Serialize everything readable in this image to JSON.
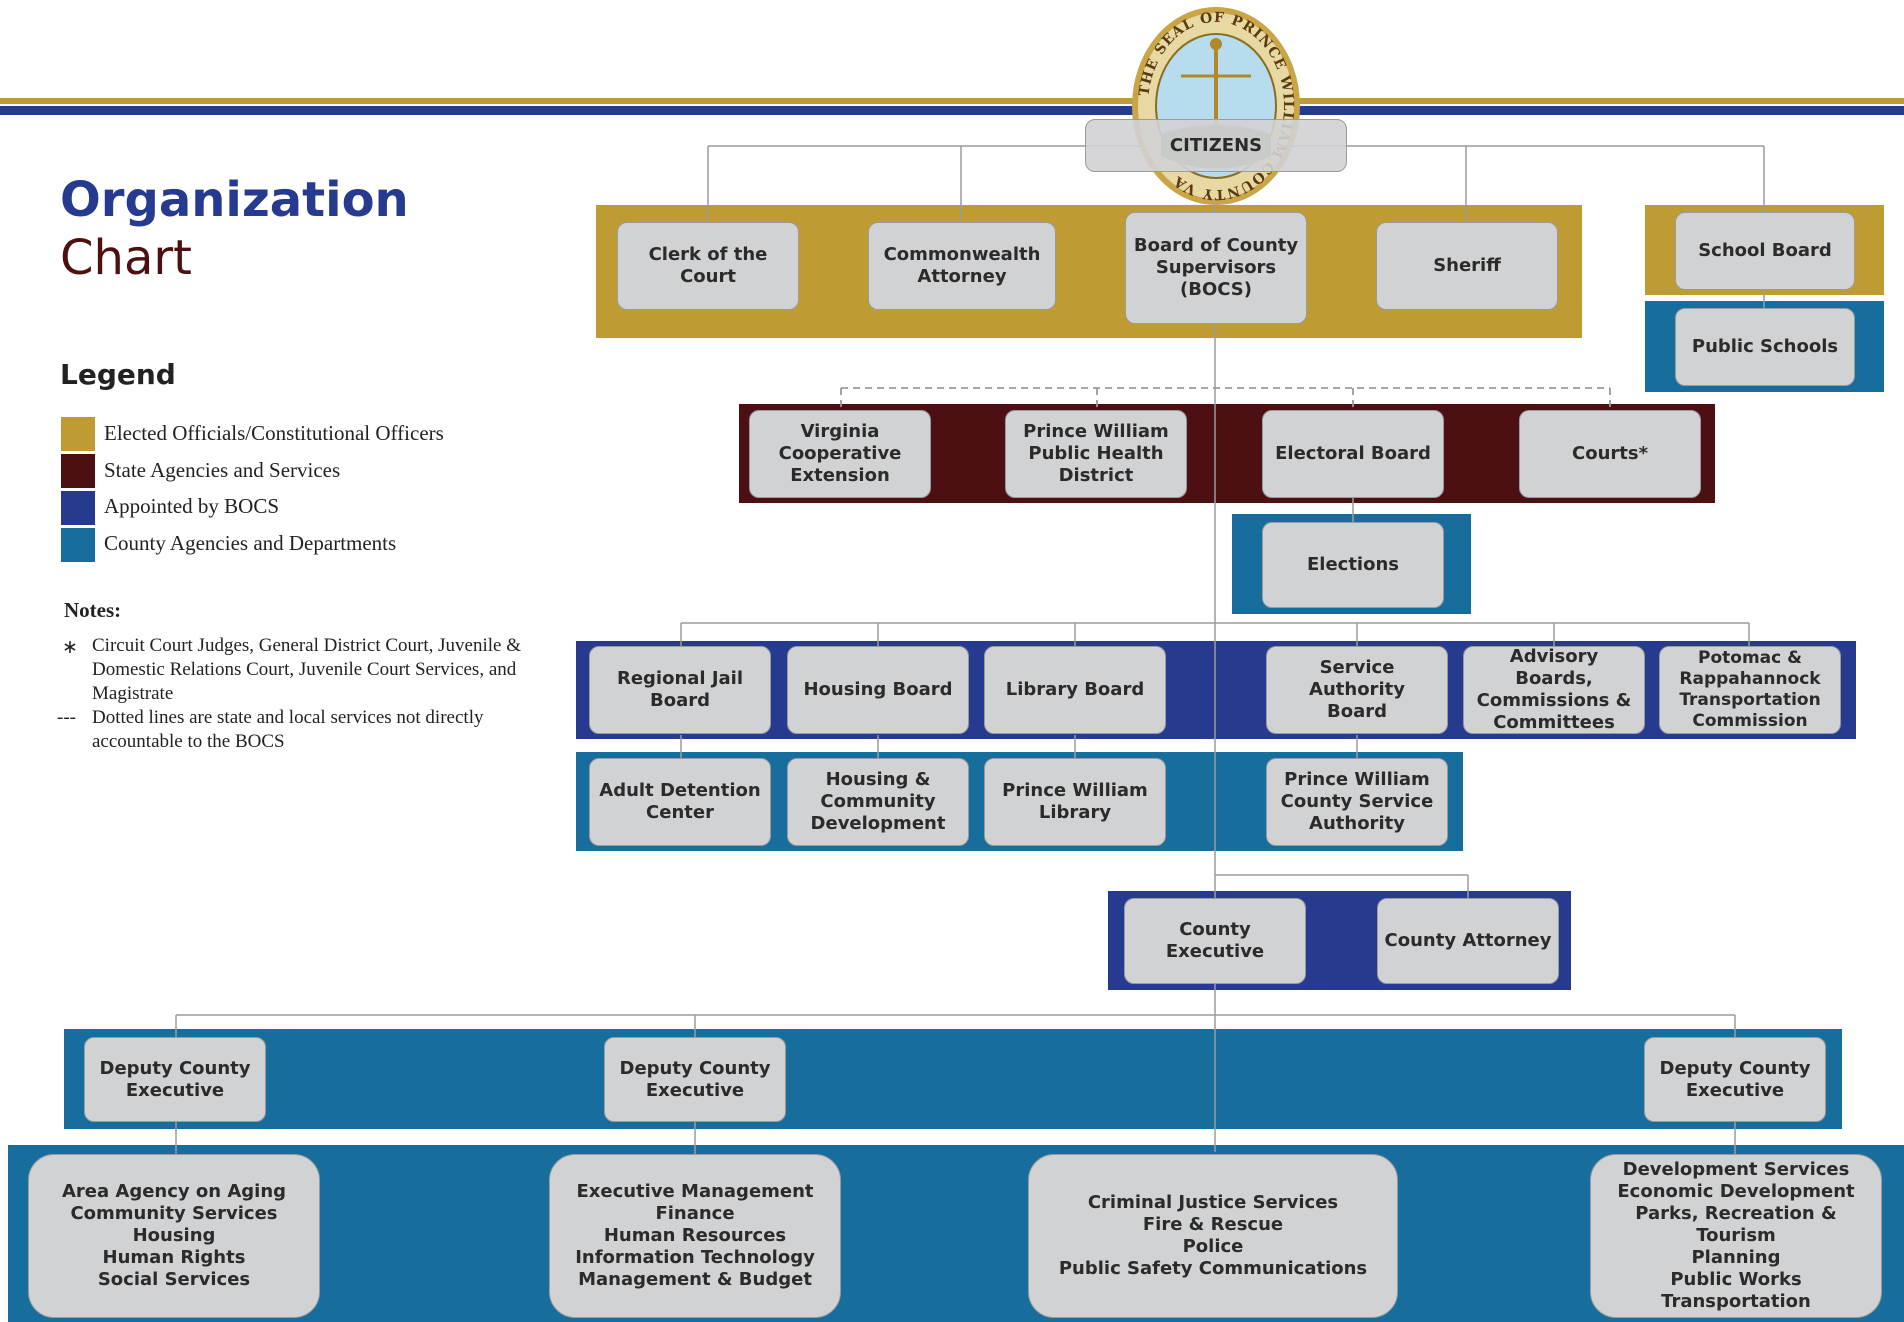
{
  "header": {
    "title_line1": "Organization",
    "title_line2": "Chart"
  },
  "seal": {
    "text": "THE SEAL OF PRINCE WILLIAM COUNTY VA"
  },
  "colors": {
    "gold": "#bf9b33",
    "maroon": "#4d1012",
    "navy": "#263a8f",
    "teal": "#176e9c",
    "box": "#d1d2d4"
  },
  "legend": {
    "title": "Legend",
    "items": [
      {
        "label": "Elected  Officials/Constitutional Officers",
        "color": "#bf9b33"
      },
      {
        "label": "State Agencies and Services",
        "color": "#4d1012"
      },
      {
        "label": "Appointed by BOCS",
        "color": "#263a8f"
      },
      {
        "label": "County Agencies and Departments",
        "color": "#176e9c"
      }
    ]
  },
  "notes": {
    "title": "Notes:",
    "items": [
      {
        "mark": "∗",
        "text": "Circuit Court Judges, General District Court, Juvenile & Domestic Relations Court, Juvenile Court Services, and Magistrate"
      },
      {
        "mark": "---",
        "text": "Dotted lines are state and local services not directly accountable to the BOCS"
      }
    ]
  },
  "nodes": {
    "citizens": "CITIZENS",
    "clerk": "Clerk of the Court",
    "commonwealth": "Commonwealth\nAttorney",
    "bocs": "Board of County\nSupervisors\n(BOCS)",
    "sheriff": "Sheriff",
    "school_board": "School Board",
    "public_schools": "Public Schools",
    "vce": "Virginia\nCooperative\nExtension",
    "pwphd": "Prince William\nPublic Health\nDistrict",
    "electoral": "Electoral Board",
    "courts": "Courts*",
    "elections": "Elections",
    "jail": "Regional Jail Board",
    "housing_board": "Housing Board",
    "library_board": "Library Board",
    "service_board": "Service Authority\nBoard",
    "advisory": "Advisory Boards,\nCommissions &\nCommittees",
    "potomac": "Potomac &\nRappahannock\nTransportation\nCommission",
    "adc": "Adult Detention\nCenter",
    "hcd": "Housing &\nCommunity\nDevelopment",
    "pwlib": "Prince William\nLibrary",
    "pwcsa": "Prince William\nCounty Service\nAuthority",
    "county_exec": "County Executive",
    "county_atty": "County Attorney",
    "dce1": "Deputy County\nExecutive",
    "dce2": "Deputy County\nExecutive",
    "dce3": "Deputy County\nExecutive",
    "group1": "Area Agency on Aging\nCommunity Services\nHousing\nHuman Rights\nSocial Services",
    "group2": "Executive Management\nFinance\nHuman Resources\nInformation Technology\nManagement & Budget",
    "group3": "Criminal Justice Services\nFire & Rescue\nPolice\nPublic Safety Communications",
    "group4": "Development Services\nEconomic Development\nParks, Recreation & Tourism\nPlanning\nPublic Works\nTransportation"
  }
}
